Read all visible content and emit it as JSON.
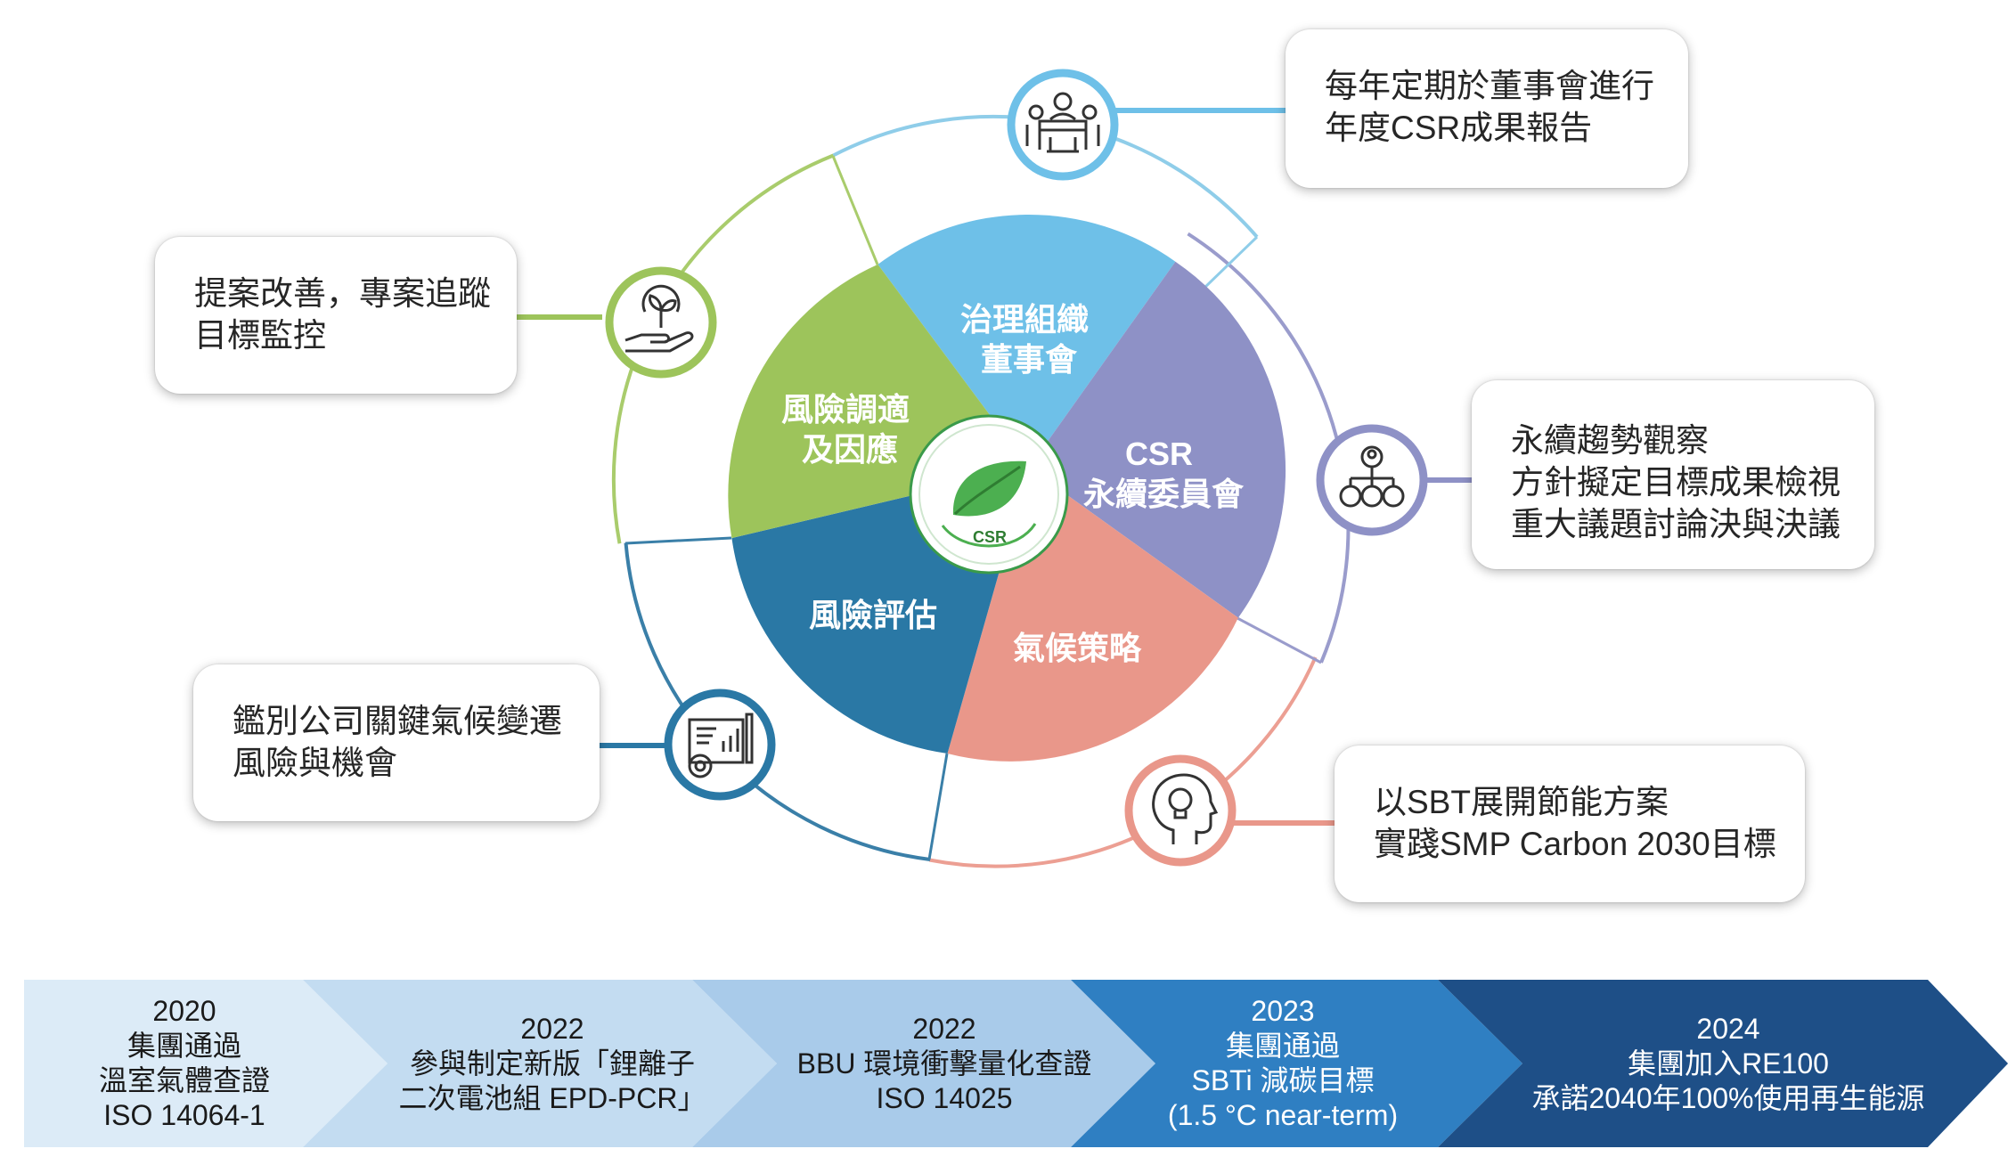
{
  "center_logo": {
    "label": "CSR"
  },
  "wheel_segments": [
    {
      "id": "governance",
      "lines": [
        "治理組織",
        "董事會"
      ],
      "color": "#6ec0e8"
    },
    {
      "id": "committee",
      "lines": [
        "CSR",
        "永續委員會"
      ],
      "color": "#8e91c6"
    },
    {
      "id": "climate",
      "lines": [
        "氣候策略"
      ],
      "color": "#e9978a"
    },
    {
      "id": "assessment",
      "lines": [
        "風險評估"
      ],
      "color": "#2a78a5"
    },
    {
      "id": "adaptation",
      "lines": [
        "風險調適",
        "及因應"
      ],
      "color": "#9dc45b"
    }
  ],
  "callouts": [
    {
      "id": "board",
      "icon": "board-meeting-icon",
      "color": "#6ec0e8",
      "lines": [
        "每年定期於董事會進行",
        "年度CSR成果報告"
      ]
    },
    {
      "id": "committee",
      "icon": "organization-chart-icon",
      "color": "#8e91c6",
      "lines": [
        "永續趨勢觀察",
        "方針擬定目標成果檢視",
        "重大議題討論決與決議"
      ]
    },
    {
      "id": "sbt",
      "icon": "idea-head-icon",
      "color": "#e9978a",
      "lines": [
        "以SBT展開節能方案",
        "實踐SMP Carbon 2030目標"
      ]
    },
    {
      "id": "risk",
      "icon": "report-gear-icon",
      "color": "#2a78a5",
      "lines": [
        "鑑別公司關鍵氣候變遷",
        "風險與機會"
      ]
    },
    {
      "id": "proposal",
      "icon": "plant-hand-icon",
      "color": "#9dc45b",
      "lines": [
        "提案改善，專案追蹤",
        "目標監控"
      ]
    }
  ],
  "timeline": [
    {
      "lines": [
        "2020",
        "集團通過",
        "溫室氣體查證",
        "ISO 14064-1"
      ],
      "color": "#dcebf7"
    },
    {
      "lines": [
        "2022",
        "參與制定新版「鋰離子",
        "二次電池組 EPD-PCR」"
      ],
      "color": "#c3dcf1"
    },
    {
      "lines": [
        "2022",
        "BBU 環境衝擊量化查證",
        "ISO 14025"
      ],
      "color": "#a9cbea"
    },
    {
      "lines": [
        "2023",
        "集團通過",
        "SBTi 減碳目標",
        "(1.5 °C near-term)"
      ],
      "color": "#2f7fc2"
    },
    {
      "lines": [
        "2024",
        "集團加入RE100",
        "承諾2040年100%使用再生能源"
      ],
      "color": "#1e4f87"
    }
  ]
}
